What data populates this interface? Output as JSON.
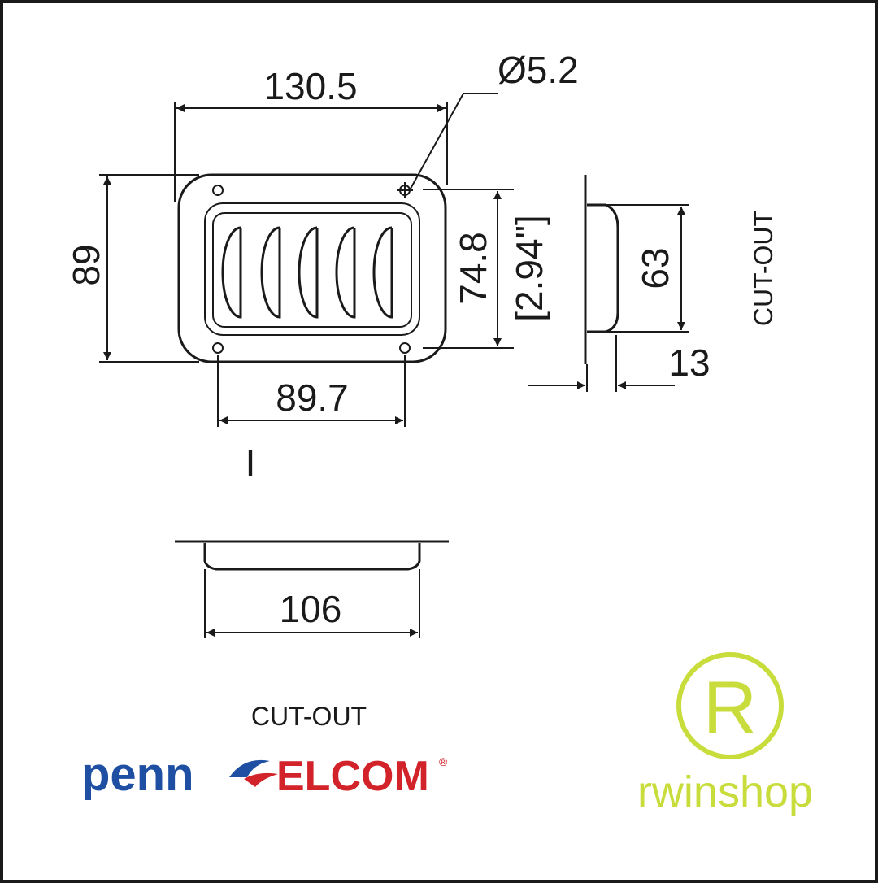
{
  "dimensions": {
    "width_overall": "130.5",
    "hole_diameter": "Ø5.2",
    "height_overall": "89",
    "inner_height": "74.8",
    "inner_height_inch": "[2.94\"]",
    "hole_spacing": "89.7",
    "side_height": "63",
    "side_depth": "13",
    "bottom_width": "106"
  },
  "labels": {
    "cutout_side": "CUT-OUT",
    "cutout_bottom": "CUT-OUT",
    "section_marker": "I"
  },
  "brand": {
    "penn_left": "penn",
    "penn_right": "ELCOM",
    "registered": "®",
    "shop_symbol": "R",
    "shop_name": "rwinshop"
  },
  "colors": {
    "penn_blue": "#1f4fa3",
    "elcom_red": "#d2232a",
    "shop_green": "#c8dc3c"
  }
}
